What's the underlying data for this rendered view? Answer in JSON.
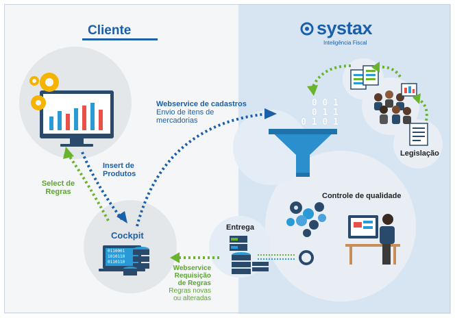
{
  "client": {
    "title": "Cliente",
    "cockpit_label": "Cockpit",
    "insert_label_1": "Insert de",
    "insert_label_2": "Produtos",
    "select_label_1": "Select de",
    "select_label_2": "Regras",
    "binary_lines": [
      "0110001",
      "1010110",
      "0110110"
    ]
  },
  "brand": {
    "name": "systax",
    "tagline": "Inteligência Fiscal"
  },
  "flows": {
    "webservice_cadastros": "Webservice de cadastros",
    "envio_1": "Envio de itens de",
    "envio_2": "mercadorias",
    "ws_req_1": "Webservice",
    "ws_req_2": "Requisição",
    "ws_req_3": "de Regras",
    "ws_req_4": "Regras novas",
    "ws_req_5": "ou alteradas"
  },
  "systax_side": {
    "legislacao": "Legislação",
    "controle": "Controle de qualidade",
    "entrega": "Entrega",
    "funnel_bits": [
      "0 0 1",
      "0 1 1",
      "0 1 0 1"
    ]
  },
  "colors": {
    "blue": "#1a5fa8",
    "green": "#6ab42d",
    "panel_right": "#d6e4f2"
  }
}
